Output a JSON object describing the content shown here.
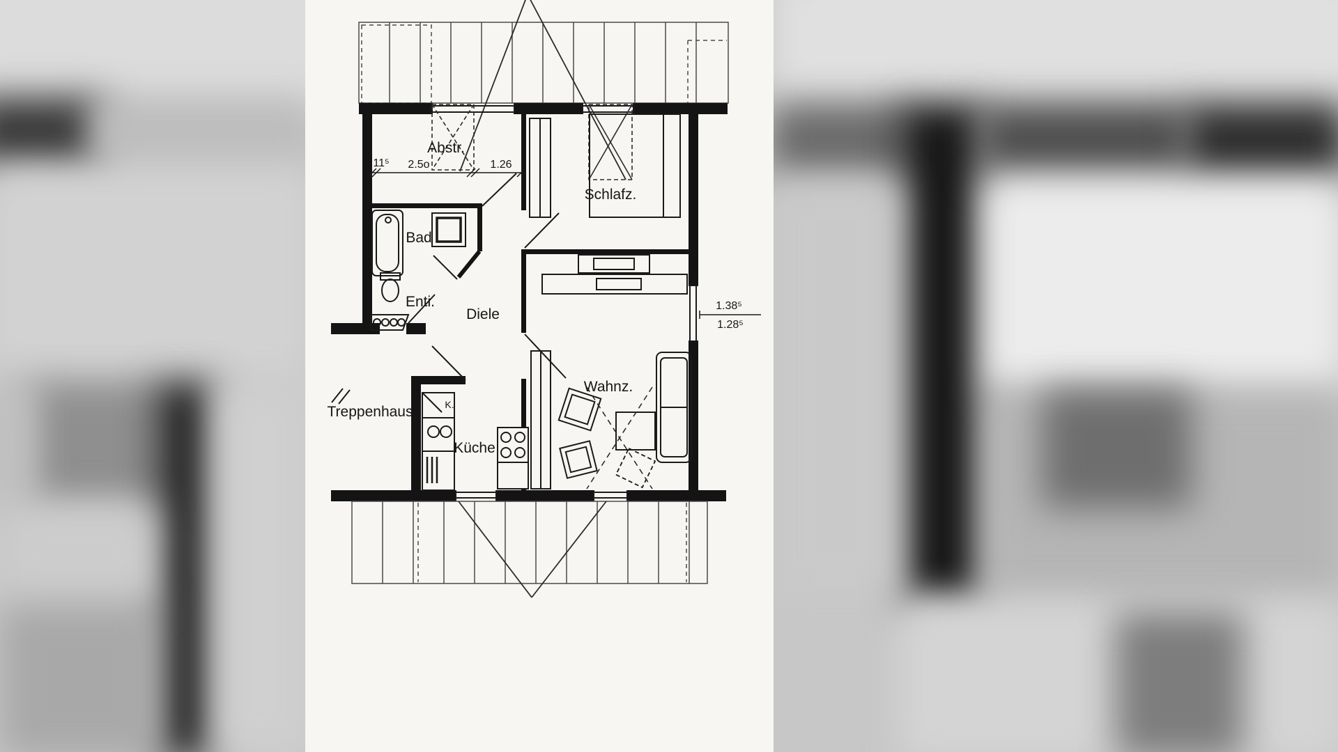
{
  "colors": {
    "ink": "#1a1a1a",
    "paper": "#f7f6f2",
    "backdrop": "#c7c7c7"
  },
  "floorplan": {
    "labels": {
      "abstellraum": "Abstr.",
      "schlafzimmer": "Schlafz.",
      "bad": "Bad",
      "entlueftung": "Enti.",
      "diele": "Diele",
      "treppenhaus": "Treppenhaus",
      "kueche": "Küche",
      "wohnzimmer": "Wahnz.",
      "kuehlschrank": "K."
    },
    "dimensions": {
      "wand_staerke": "11⁵",
      "abstell_breite": "2.5o",
      "durchgang": "1.26",
      "fenster_aussen": "1.38⁵",
      "fenster_innen": "1.28⁵"
    }
  }
}
